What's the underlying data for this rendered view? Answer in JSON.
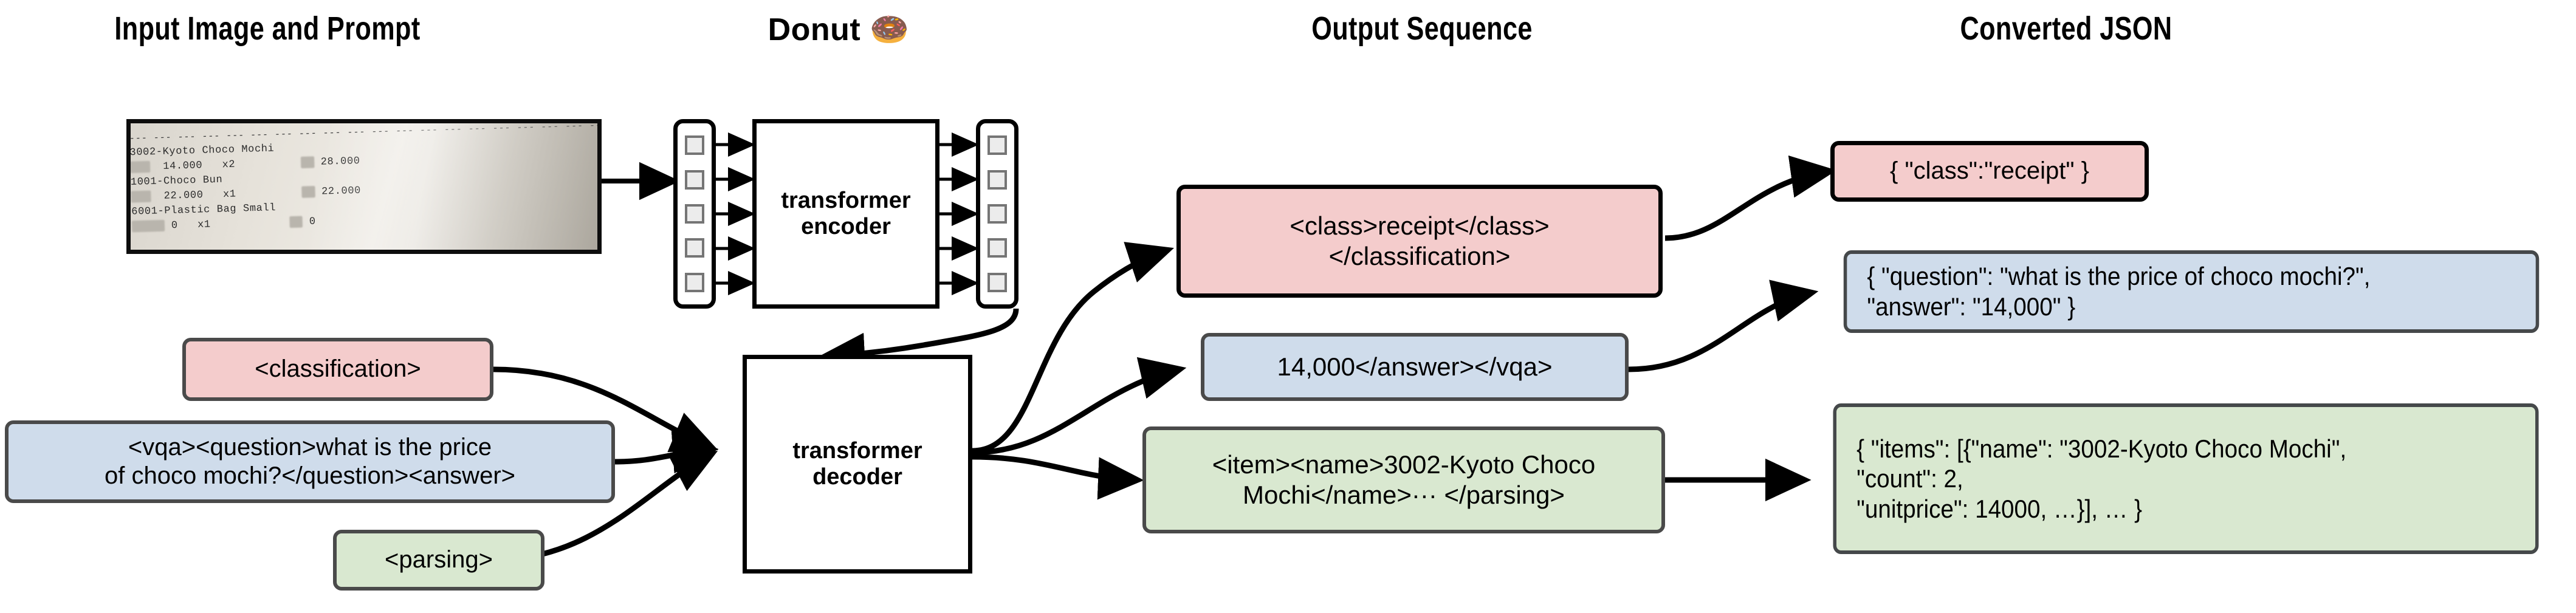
{
  "headings": {
    "input": "Input Image and Prompt",
    "model": "Donut 🍩",
    "output": "Output Sequence",
    "json": "Converted JSON"
  },
  "receipt": {
    "divider": "--- --- --- --- --- --- --- --- --- --- --- --- --- --- --- --- --- --- --- --- --- --- --- ---",
    "lines": [
      {
        "name": "3002-Kyoto Choco Mochi"
      },
      {
        "price": "14.000",
        "qty": "x2",
        "total": "28.000"
      },
      {
        "name": "1001-Choco Bun"
      },
      {
        "price": "22.000",
        "qty": "x1",
        "total": "22.000"
      },
      {
        "name": "6001-Plastic Bag Small"
      },
      {
        "price": "0",
        "qty": "x1",
        "total": "0"
      }
    ]
  },
  "model": {
    "encoder_label": "transformer\nencoder",
    "decoder_label": "transformer\ndecoder",
    "token_count": 5
  },
  "prompts": [
    {
      "id": "classification",
      "text": "<classification>",
      "color": "#f4cccc"
    },
    {
      "id": "vqa",
      "text": "<vqa><question>what is the price\nof choco mochi?</question><answer>",
      "color": "#cfdceb"
    },
    {
      "id": "parsing",
      "text": "<parsing>",
      "color": "#d9e8d0"
    }
  ],
  "outputs": [
    {
      "id": "classification-output",
      "text": "<class>receipt</class>\n</classification>",
      "color": "#f4cccc"
    },
    {
      "id": "vqa-output",
      "text": "14,000</answer></vqa>",
      "color": "#cfdceb"
    },
    {
      "id": "parsing-output",
      "text": "<item><name>3002-Kyoto Choco\nMochi</name>··· </parsing>",
      "color": "#d9e8d0"
    }
  ],
  "json_results": [
    {
      "id": "class-json",
      "text": "{ \"class\":\"receipt\" }",
      "color": "#f4cccc"
    },
    {
      "id": "vqa-json",
      "text": "{ \"question\": \"what is the price of choco mochi?\",\n    \"answer\": \"14,000\" }",
      "color": "#cfdceb"
    },
    {
      "id": "parse-json",
      "text": "{ \"items\": [{\"name\": \"3002-Kyoto Choco Mochi\",\n     \"count\": 2,\n     \"unitprice\": 14000, …}], … }",
      "color": "#d9e8d0"
    }
  ],
  "palette": {
    "pink": "#f4cccc",
    "blue": "#cfdceb",
    "green": "#d9e8d0",
    "border_grey": "#4a4a4a",
    "border_black": "#000000",
    "token_fill": "#ececec",
    "token_border": "#757575"
  }
}
